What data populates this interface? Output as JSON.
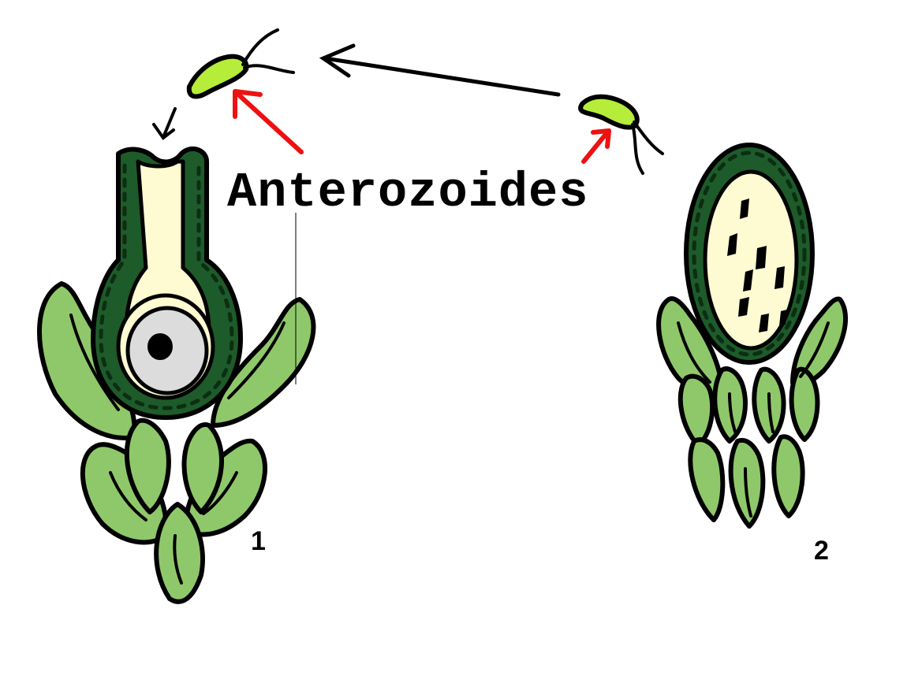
{
  "labels": {
    "main": "Anterozoides",
    "structure_1": "1",
    "structure_2": "2"
  },
  "colors": {
    "leaf": "#8fc86a",
    "dark_wall": "#1e5b2a",
    "archegonium_neck": "#fefad2",
    "egg": "#dcdcdc",
    "antheridium_fill": "#fefad2",
    "anterozoid": "#b6ec3a",
    "red_arrow": "#ee1111",
    "outline": "#000000"
  },
  "icons": {
    "archegonium": "archegonium-icon",
    "antheridium": "antheridium-icon",
    "anterozoid": "anterozoid-icon"
  }
}
